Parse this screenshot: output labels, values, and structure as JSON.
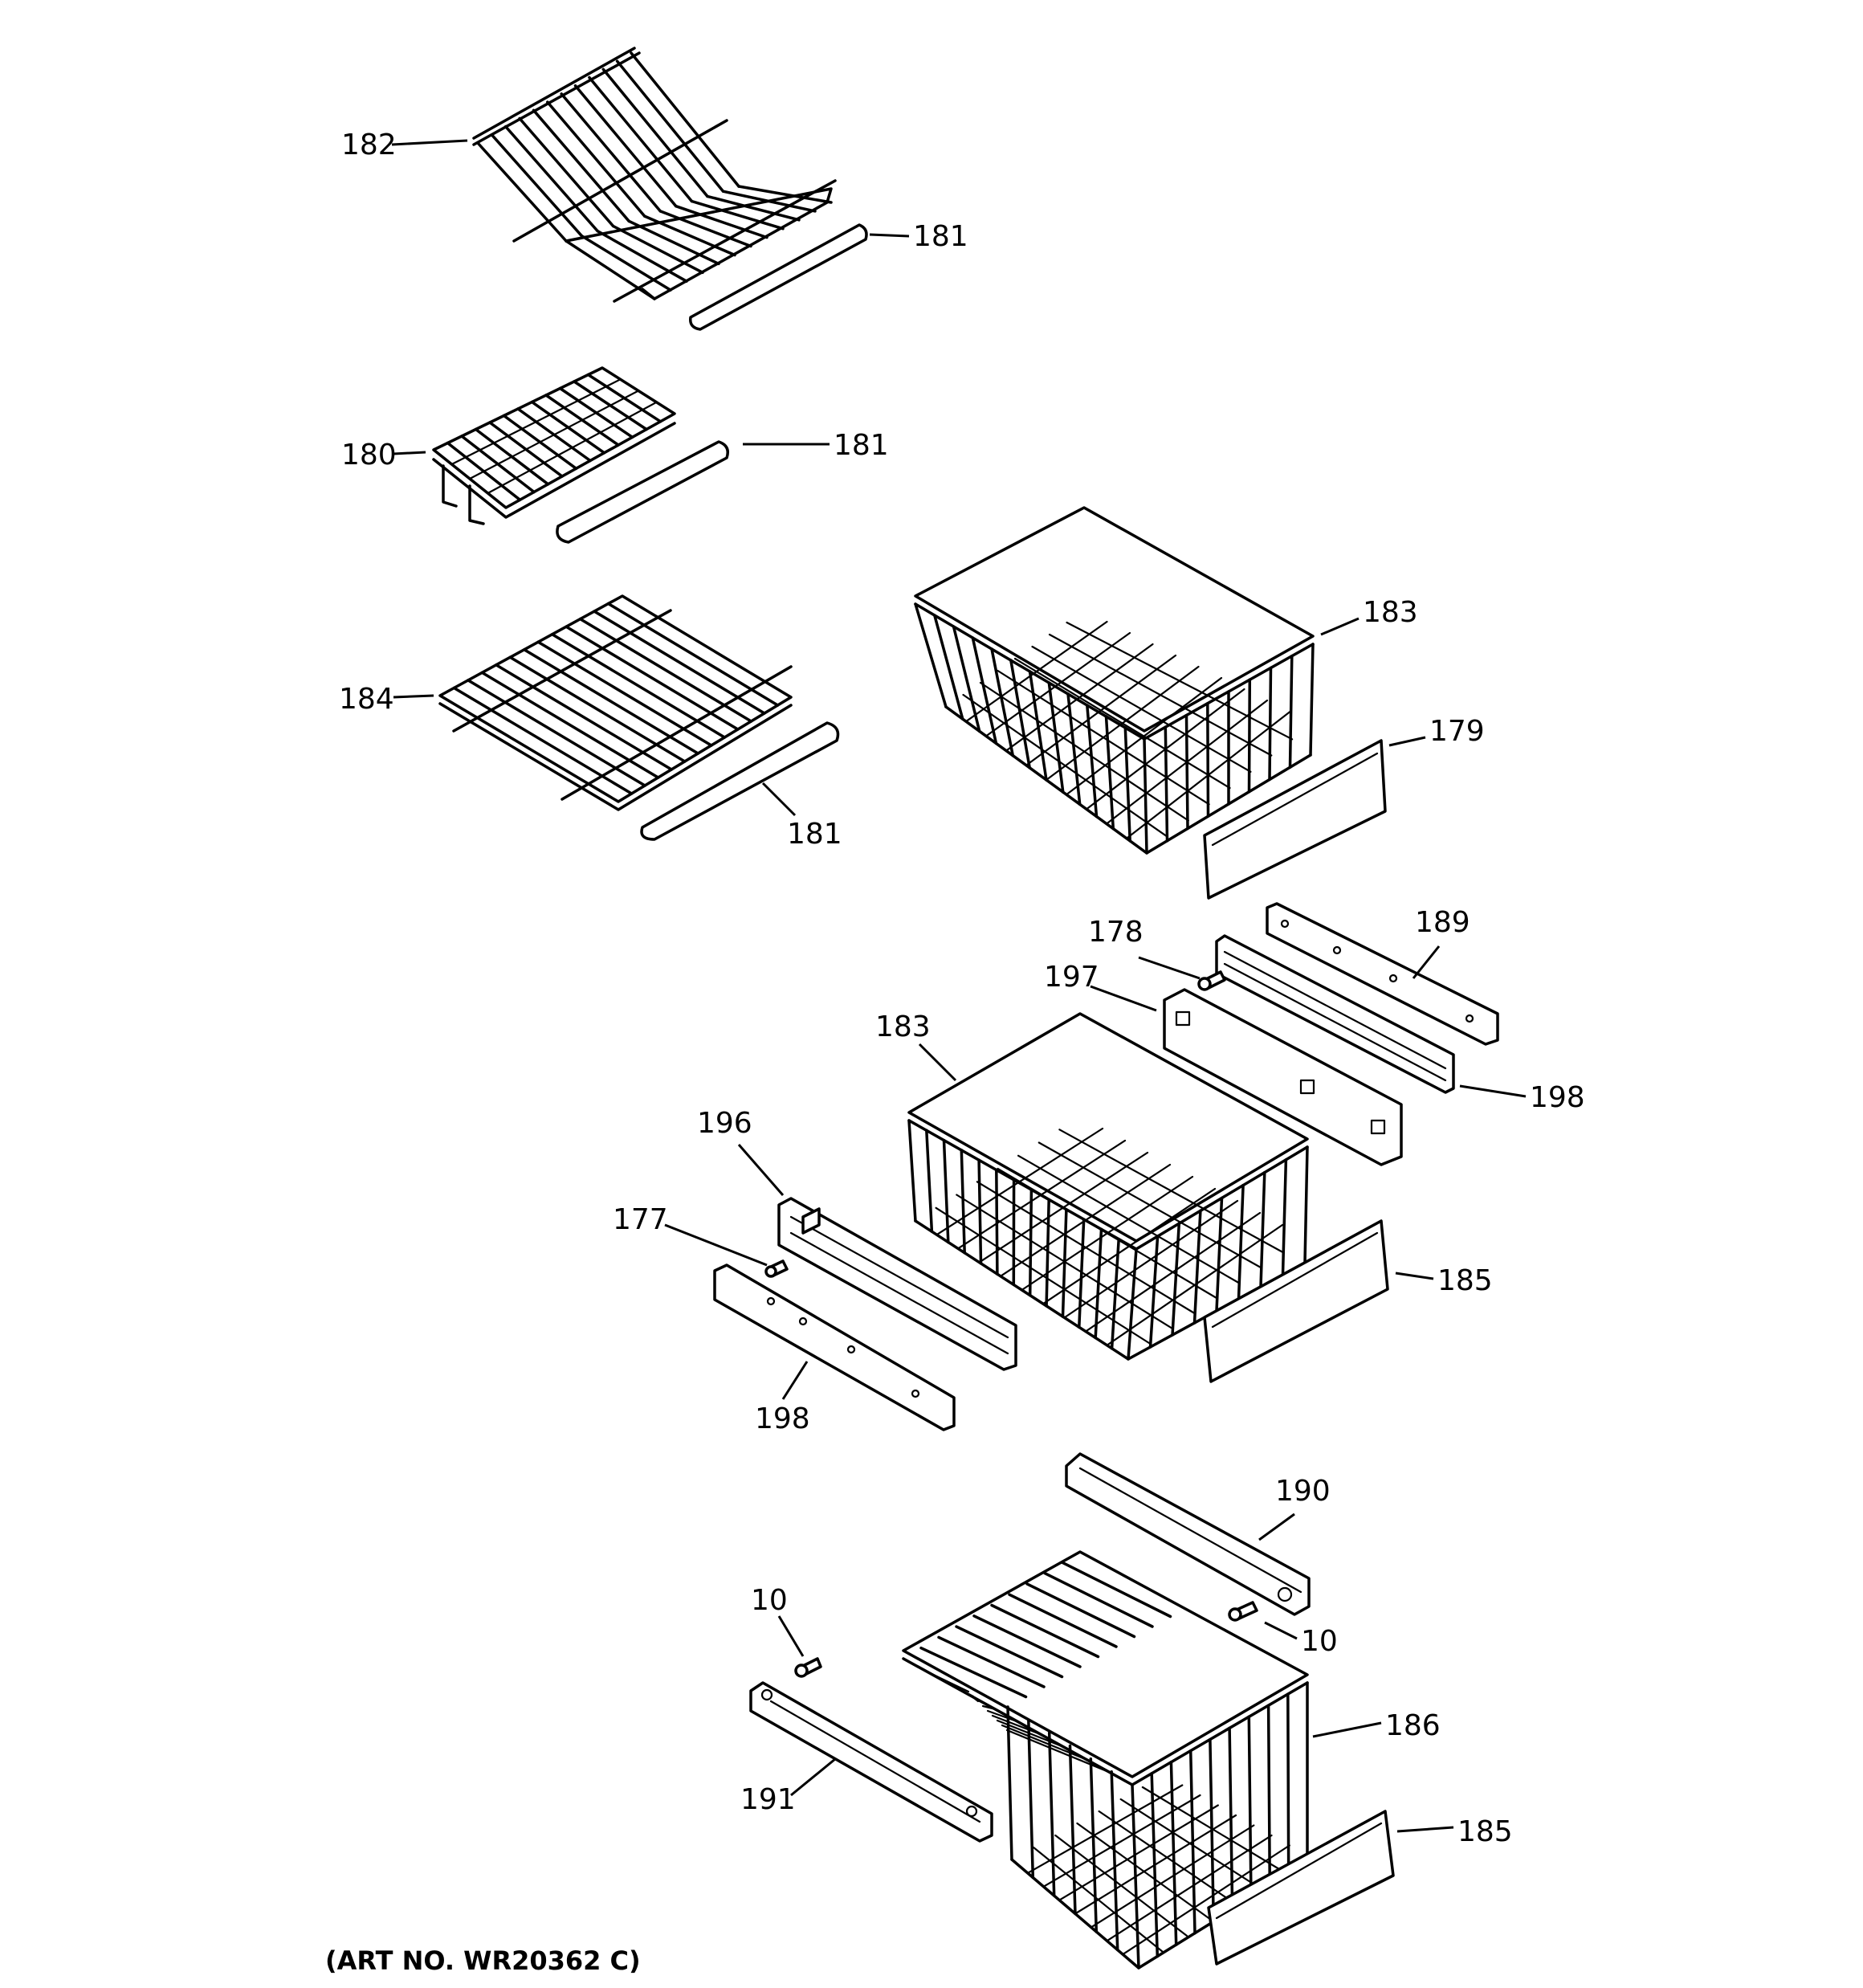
{
  "callouts": [
    {
      "id": "c1",
      "text": "182"
    },
    {
      "id": "c2",
      "text": "181"
    },
    {
      "id": "c3",
      "text": "180"
    },
    {
      "id": "c4",
      "text": "181"
    },
    {
      "id": "c5",
      "text": "183"
    },
    {
      "id": "c6",
      "text": "184"
    },
    {
      "id": "c7",
      "text": "179"
    },
    {
      "id": "c8",
      "text": "181"
    },
    {
      "id": "c9",
      "text": "178"
    },
    {
      "id": "c10",
      "text": "189"
    },
    {
      "id": "c11",
      "text": "197"
    },
    {
      "id": "c12",
      "text": "183"
    },
    {
      "id": "c13",
      "text": "198"
    },
    {
      "id": "c14",
      "text": "196"
    },
    {
      "id": "c15",
      "text": "177"
    },
    {
      "id": "c16",
      "text": "185"
    },
    {
      "id": "c17",
      "text": "198"
    },
    {
      "id": "c18",
      "text": "190"
    },
    {
      "id": "c19",
      "text": "10"
    },
    {
      "id": "c20",
      "text": "10"
    },
    {
      "id": "c21",
      "text": "186"
    },
    {
      "id": "c22",
      "text": "191"
    },
    {
      "id": "c23",
      "text": "185"
    }
  ],
  "art_number": "(ART NO. WR20362 C)"
}
